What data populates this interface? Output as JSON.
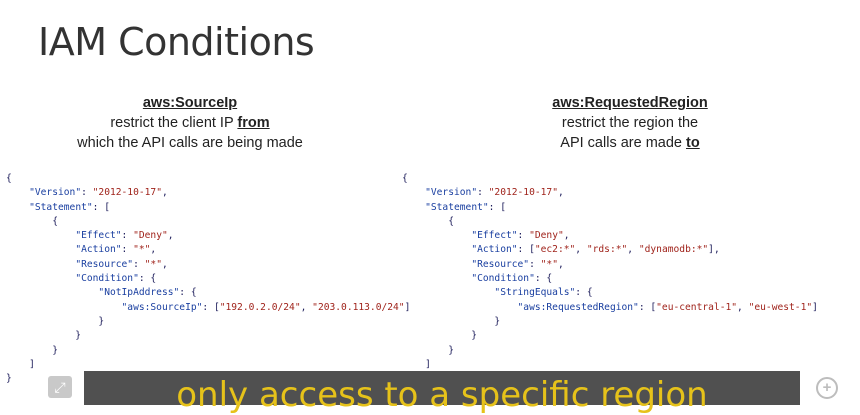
{
  "slide": {
    "title": "IAM Conditions",
    "left": {
      "heading": "aws:SourceIp",
      "line1_pre": "restrict the client IP ",
      "line1_em": "from",
      "line2": "which the API calls are being made",
      "code": [
        "{",
        "    \"Version\": \"2012-10-17\",",
        "    \"Statement\": [",
        "        {",
        "            \"Effect\": \"Deny\",",
        "            \"Action\": \"*\",",
        "            \"Resource\": \"*\",",
        "            \"Condition\": {",
        "                \"NotIpAddress\": {",
        "                    \"aws:SourceIp\": [\"192.0.2.0/24\", \"203.0.113.0/24\"]",
        "                }",
        "            }",
        "        }",
        "    ]",
        "}"
      ]
    },
    "right": {
      "heading": "aws:RequestedRegion",
      "line1": "restrict the region the",
      "line2_pre": "API calls are made ",
      "line2_em": "to",
      "code": [
        "{",
        "    \"Version\": \"2012-10-17\",",
        "    \"Statement\": [",
        "        {",
        "            \"Effect\": \"Deny\",",
        "            \"Action\": [\"ec2:*\", \"rds:*\", \"dynamodb:*\"],",
        "            \"Resource\": \"*\",",
        "            \"Condition\": {",
        "                \"StringEquals\": {",
        "                    \"aws:RequestedRegion\": [\"eu-central-1\", \"eu-west-1\"]",
        "                }",
        "            }",
        "        }",
        "    ]",
        "}"
      ]
    }
  },
  "caption": "only access to a specific region",
  "icons": {
    "expand": "expand-icon",
    "plus": "plus-circle-icon"
  }
}
